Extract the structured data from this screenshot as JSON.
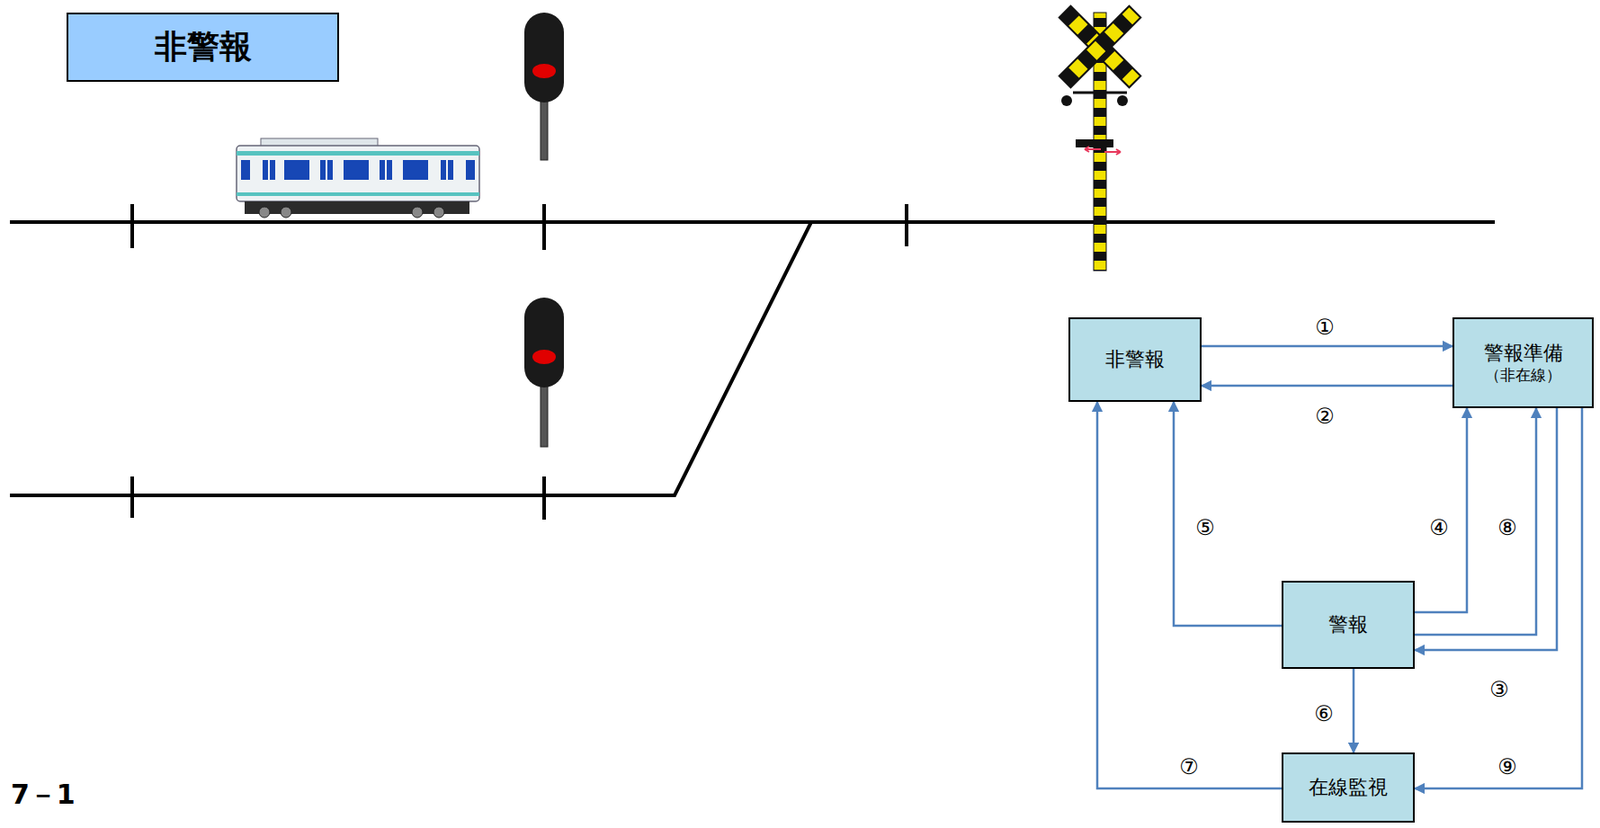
{
  "diagram": {
    "title": "非警報",
    "nodes": [
      {
        "text": [
          "非警報"
        ]
      },
      {
        "text": [
          "警報準備",
          "（非在線）"
        ]
      },
      {
        "text": [
          "警報"
        ]
      },
      {
        "text": [
          "在線監視"
        ]
      }
    ],
    "edges": [
      {
        "from": 0,
        "to": 1,
        "arrow": "to",
        "label": "①"
      },
      {
        "from": 1,
        "to": 0,
        "arrow": "to",
        "label": "②"
      },
      {
        "from": 1,
        "to": 2,
        "arrow": "to",
        "label": "③"
      },
      {
        "from": 2,
        "to": 1,
        "arrow": "to",
        "label": "④"
      },
      {
        "from": 2,
        "to": 0,
        "arrow": "to",
        "label": "⑤"
      },
      {
        "from": 2,
        "to": 3,
        "arrow": "to",
        "label": "⑥"
      },
      {
        "from": 3,
        "to": 0,
        "arrow": "to",
        "label": "⑦"
      },
      {
        "from": 2,
        "to": 1,
        "arrow": "to",
        "label": "⑧"
      },
      {
        "from": 1,
        "to": 3,
        "arrow": "to",
        "label": "⑨"
      }
    ],
    "labels": [
      "7－1"
    ]
  }
}
